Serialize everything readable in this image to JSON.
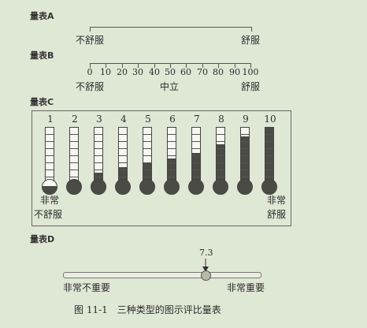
{
  "scale_a": {
    "title": "量表A",
    "left_label": "不舒服",
    "right_label": "舒服"
  },
  "scale_b": {
    "title": "量表B",
    "ticks": [
      "0",
      "10",
      "20",
      "30",
      "40",
      "50",
      "60",
      "70",
      "80",
      "90",
      "100"
    ],
    "left_label": "不舒服",
    "middle_label": "中立",
    "right_label": "舒服"
  },
  "scale_c": {
    "title": "量表C",
    "thermometers": [
      {
        "num": "1",
        "fill": 0.0
      },
      {
        "num": "2",
        "fill": 0.0
      },
      {
        "num": "3",
        "fill": 0.18
      },
      {
        "num": "4",
        "fill": 0.28
      },
      {
        "num": "5",
        "fill": 0.36
      },
      {
        "num": "6",
        "fill": 0.45
      },
      {
        "num": "7",
        "fill": 0.55
      },
      {
        "num": "8",
        "fill": 0.7
      },
      {
        "num": "9",
        "fill": 0.85
      },
      {
        "num": "10",
        "fill": 1.0
      }
    ],
    "left_label_line1": "非常",
    "left_label_line2": "不舒服",
    "right_label_line1": "非常",
    "right_label_line2": "舒服"
  },
  "scale_d": {
    "title": "量表D",
    "value_label": "7.3",
    "value": 7.3,
    "left_label": "非常不重要",
    "right_label": "非常重要"
  },
  "caption": "图 11-1　三种类型的图示评比量表"
}
